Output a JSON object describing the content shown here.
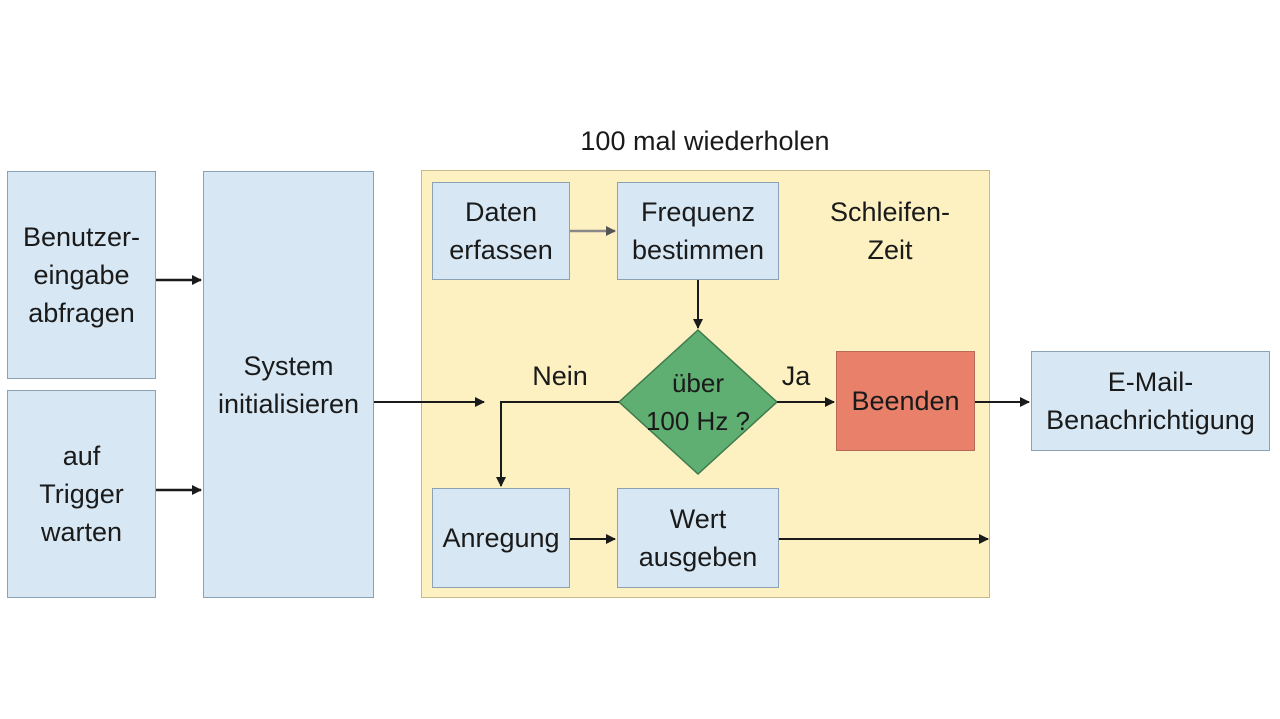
{
  "diagram": {
    "loop_title": "100 mal wiederholen",
    "loop_time_label": "Schleifen-\nZeit",
    "boxes": {
      "user_input": "Benutzer-\neingabe\nabfragen",
      "wait_trigger": "auf\nTrigger\nwarten",
      "init_system": "System\ninitialisieren",
      "acquire_data": "Daten\nerfassen",
      "determine_freq": "Frequenz\nbestimmen",
      "decision": "über\n100 Hz ?",
      "finish": "Beenden",
      "excitation": "Anregung",
      "output_value": "Wert\nausgeben",
      "email": "E-Mail-\nBenachrichtigung"
    },
    "edge_labels": {
      "no": "Nein",
      "yes": "Ja"
    },
    "colors": {
      "box_fill": "#d7e8f4",
      "loop_fill": "#fdf1c2",
      "decision_fill": "#5fae72",
      "finish_fill": "#e8806a"
    }
  }
}
